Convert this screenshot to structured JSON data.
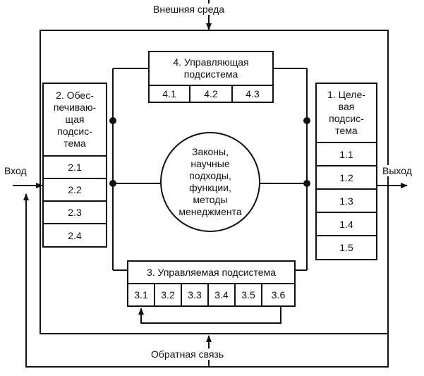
{
  "external_env": "Внешняя среда",
  "input_label": "Вход",
  "output_label": "Выход",
  "feedback_label": "Обратная связь",
  "center": "Законы,\nнаучные\nподходы,\nфункции,\nметоды\nменеджмента",
  "subsystems": {
    "target": {
      "title": "1. Целе-\nвая\nподсис-\nтема",
      "items": [
        "1.1",
        "1.2",
        "1.3",
        "1.4",
        "1.5"
      ]
    },
    "support": {
      "title": "2. Обес-\nпечиваю-\nщая\nподсис-\nтема",
      "items": [
        "2.1",
        "2.2",
        "2.3",
        "2.4"
      ]
    },
    "managed": {
      "title": "3. Управляемая подсистема",
      "items": [
        "3.1",
        "3.2",
        "3.3",
        "3.4",
        "3.5",
        "3.6"
      ]
    },
    "managing": {
      "title": "4. Управляющая\nподсистема",
      "items": [
        "4.1",
        "4.2",
        "4.3"
      ]
    }
  }
}
